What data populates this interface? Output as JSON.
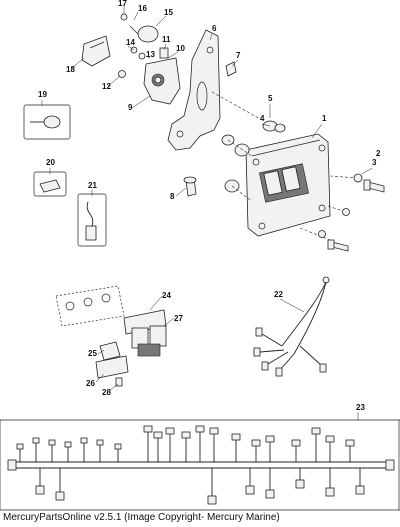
{
  "caption": "MercuryPartsOnline v2.5.1 (Image Copyright- Mercury Marine)",
  "callouts": [
    "1",
    "2",
    "3",
    "4",
    "5",
    "6",
    "7",
    "8",
    "9",
    "10",
    "11",
    "12",
    "13",
    "14",
    "15",
    "16",
    "17",
    "18",
    "19",
    "20",
    "21",
    "22",
    "23",
    "24",
    "25",
    "26",
    "27",
    "28"
  ]
}
